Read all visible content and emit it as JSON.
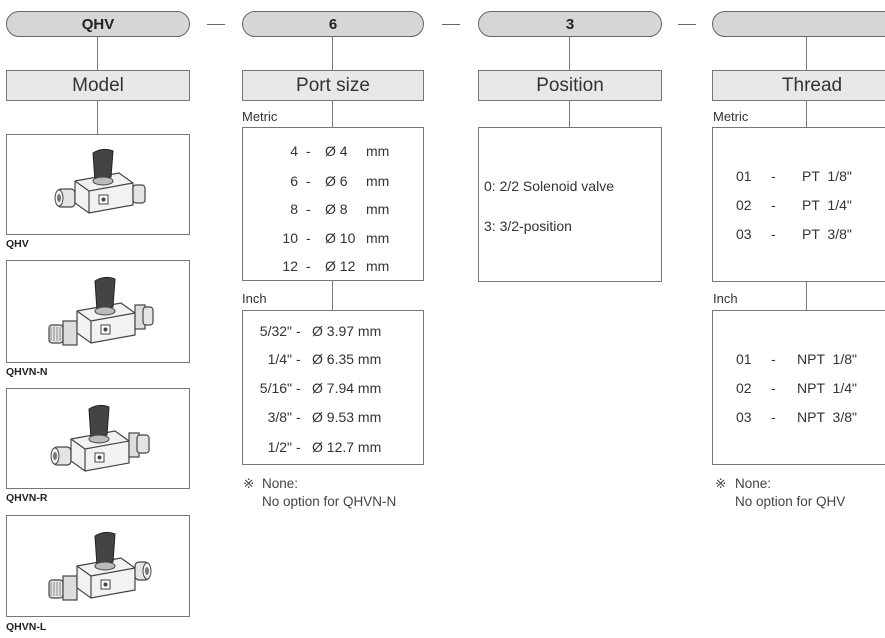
{
  "codes": {
    "model": "QHV",
    "port_size": "6",
    "position": "3",
    "thread": ""
  },
  "headers": {
    "model": "Model",
    "port_size": "Port size",
    "position": "Position",
    "thread": "Thread"
  },
  "model_images": [
    {
      "caption": "QHV",
      "icon": "valve-straight-icon"
    },
    {
      "caption": "QHVN-N",
      "icon": "valve-male-both-icon"
    },
    {
      "caption": "QHVN-R",
      "icon": "valve-male-right-icon"
    },
    {
      "caption": "QHVN-L",
      "icon": "valve-male-left-icon"
    }
  ],
  "port_size": {
    "metric_label": "Metric",
    "metric": [
      {
        "code": "4",
        "sep": "-",
        "value": "Ø 4",
        "unit": "mm"
      },
      {
        "code": "6",
        "sep": "-",
        "value": "Ø 6",
        "unit": "mm"
      },
      {
        "code": "8",
        "sep": "-",
        "value": "Ø 8",
        "unit": "mm"
      },
      {
        "code": "10",
        "sep": "-",
        "value": "Ø 10",
        "unit": "mm"
      },
      {
        "code": "12",
        "sep": "-",
        "value": "Ø 12",
        "unit": "mm"
      }
    ],
    "inch_label": "Inch",
    "inch": [
      {
        "code": "5/32\"",
        "sep": "-",
        "value": "Ø 3.97 mm"
      },
      {
        "code": "1/4\"",
        "sep": "-",
        "value": "Ø 6.35 mm"
      },
      {
        "code": "5/16\"",
        "sep": "-",
        "value": "Ø 7.94 mm"
      },
      {
        "code": "3/8\"",
        "sep": "-",
        "value": "Ø 9.53 mm"
      },
      {
        "code": "1/2\"",
        "sep": "-",
        "value": "Ø 12.7 mm"
      }
    ],
    "note_symbol": "※",
    "note_title": "None:",
    "note_text": "No option for QHVN-N"
  },
  "position": {
    "items": [
      "0: 2/2 Solenoid valve",
      "3: 3/2-position"
    ]
  },
  "thread": {
    "metric_label": "Metric",
    "metric": [
      {
        "code": "01",
        "sep": "-",
        "value": "PT  1/8\""
      },
      {
        "code": "02",
        "sep": "-",
        "value": "PT  1/4\""
      },
      {
        "code": "03",
        "sep": "-",
        "value": "PT  3/8\""
      }
    ],
    "inch_label": "Inch",
    "inch": [
      {
        "code": "01",
        "sep": "-",
        "value": "NPT  1/8\""
      },
      {
        "code": "02",
        "sep": "-",
        "value": "NPT  1/4\""
      },
      {
        "code": "03",
        "sep": "-",
        "value": "NPT  3/8\""
      }
    ],
    "note_symbol": "※",
    "note_title": "None:",
    "note_text": "No option for QHV"
  }
}
